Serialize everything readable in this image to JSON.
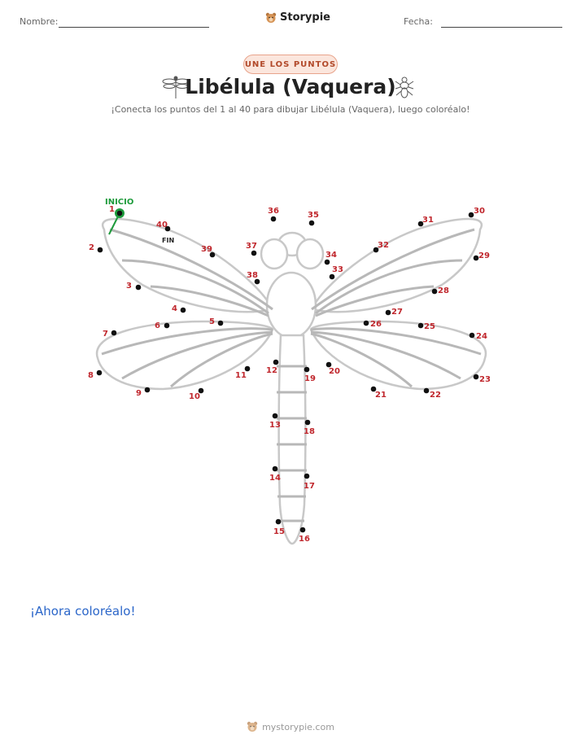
{
  "header": {
    "name_label": "Nombre:",
    "date_label": "Fecha:",
    "brand": "Storypie",
    "brand_icon": "bear-logo-icon"
  },
  "worksheet": {
    "badge": "UNE LOS PUNTOS",
    "title": "Libélula (Vaquera)",
    "subtitle": "¡Conecta los puntos del 1 al 40 para dibujar Libélula (Vaquera), luego coloréalo!",
    "start_label": "INICIO",
    "end_label": "FIN",
    "colors": {
      "number": "#c0272d",
      "start": "#1e9b3c",
      "dot": "#111111",
      "outline": "#c8c8c8",
      "vein": "#b8b8b8"
    }
  },
  "dots": [
    {
      "n": "1"
    },
    {
      "n": "2"
    },
    {
      "n": "3"
    },
    {
      "n": "4"
    },
    {
      "n": "5"
    },
    {
      "n": "6"
    },
    {
      "n": "7"
    },
    {
      "n": "8"
    },
    {
      "n": "9"
    },
    {
      "n": "10"
    },
    {
      "n": "11"
    },
    {
      "n": "12"
    },
    {
      "n": "13"
    },
    {
      "n": "14"
    },
    {
      "n": "15"
    },
    {
      "n": "16"
    },
    {
      "n": "17"
    },
    {
      "n": "18"
    },
    {
      "n": "19"
    },
    {
      "n": "20"
    },
    {
      "n": "21"
    },
    {
      "n": "22"
    },
    {
      "n": "23"
    },
    {
      "n": "24"
    },
    {
      "n": "25"
    },
    {
      "n": "26"
    },
    {
      "n": "27"
    },
    {
      "n": "28"
    },
    {
      "n": "29"
    },
    {
      "n": "30"
    },
    {
      "n": "31"
    },
    {
      "n": "32"
    },
    {
      "n": "33"
    },
    {
      "n": "34"
    },
    {
      "n": "35"
    },
    {
      "n": "36"
    },
    {
      "n": "37"
    },
    {
      "n": "38"
    },
    {
      "n": "39"
    },
    {
      "n": "40"
    }
  ],
  "footer": {
    "color_prompt": "¡Ahora coloréalo!",
    "site": "mystorypie.com"
  }
}
